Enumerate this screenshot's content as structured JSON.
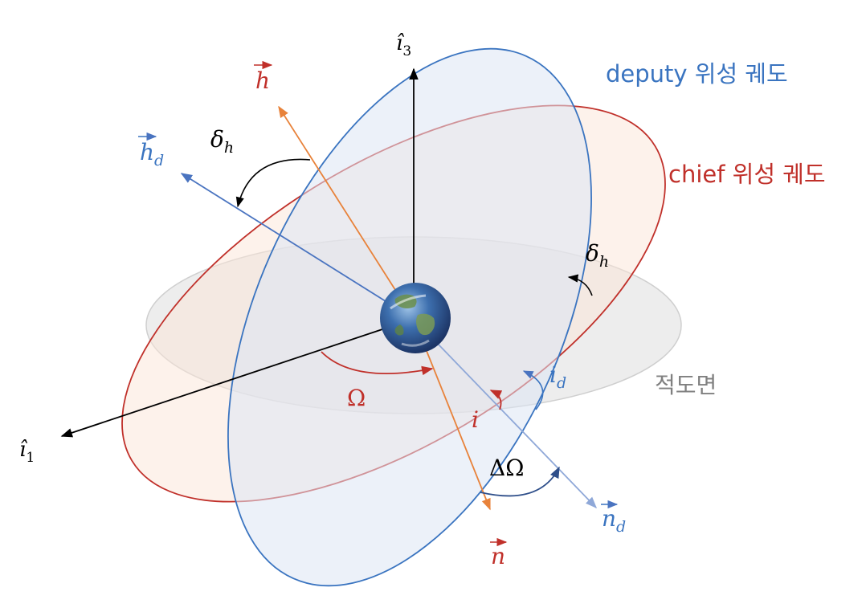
{
  "labels": {
    "i3": "î",
    "i3_sub": "3",
    "i1": "î",
    "i1_sub": "1",
    "h": "h",
    "h_d": "h",
    "h_d_sub": "d",
    "n": "n",
    "n_d": "n",
    "n_d_sub": "d",
    "delta_top": "δ",
    "delta_top_sub": "h",
    "delta_right": "δ",
    "delta_right_sub": "h",
    "omega": "Ω",
    "delta_omega": "ΔΩ",
    "inc": "i",
    "inc_d": "i",
    "inc_d_sub": "d",
    "deputy_orbit": "deputy 위성 궤도",
    "chief_orbit": "chief 위성 궤도",
    "equator_plane": "적도면"
  },
  "colors": {
    "deputy": "#3a74c0",
    "chief": "#c0302a",
    "h_vector": "#e8823a",
    "equator_fill": "#e6e6e6",
    "axis": "#000000",
    "equator_text": "#808080"
  },
  "icons": {
    "earth": "earth-globe-icon"
  }
}
